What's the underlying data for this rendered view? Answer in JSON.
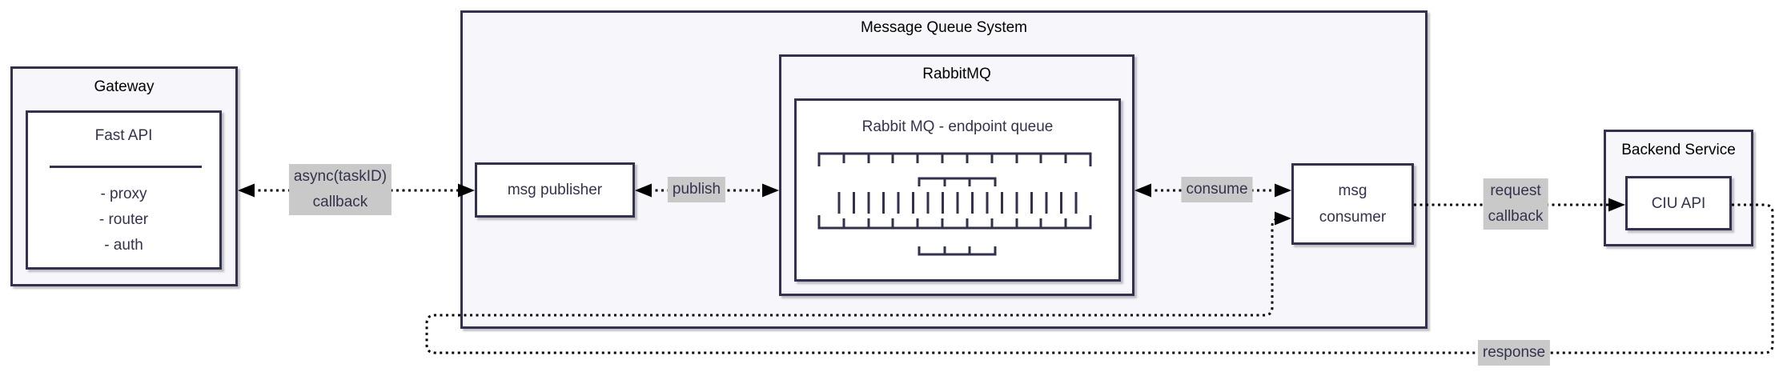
{
  "colors": {
    "node_stroke": "#32324e",
    "node_text": "#33334d",
    "container_title": "#000000",
    "container_fill": "#f7f7fb",
    "node_fill": "#ffffff",
    "edge": "#000000",
    "edge_label_bg": "#c9c9c9"
  },
  "containers": {
    "gateway": {
      "title": "Gateway"
    },
    "mq_system": {
      "title": "Message Queue System"
    },
    "rabbitmq": {
      "title": "RabbitMQ"
    },
    "backend": {
      "title": "Backend Service"
    }
  },
  "nodes": {
    "fastapi": {
      "title": "Fast API",
      "items": [
        "- proxy",
        "- router",
        "- auth"
      ]
    },
    "msg_publisher": {
      "label": "msg publisher"
    },
    "endpoint_queue": {
      "title": "Rabbit MQ - endpoint queue"
    },
    "msg_consumer": {
      "lines": [
        "msg",
        "consumer"
      ]
    },
    "ciu_api": {
      "label": "CIU API"
    }
  },
  "edges": {
    "async_callback": {
      "lines": [
        "async(taskID)",
        "callback"
      ]
    },
    "publish": {
      "label": "publish"
    },
    "consume": {
      "label": "consume"
    },
    "request_callback": {
      "lines": [
        "request",
        "callback"
      ]
    },
    "response": {
      "label": "response"
    }
  }
}
